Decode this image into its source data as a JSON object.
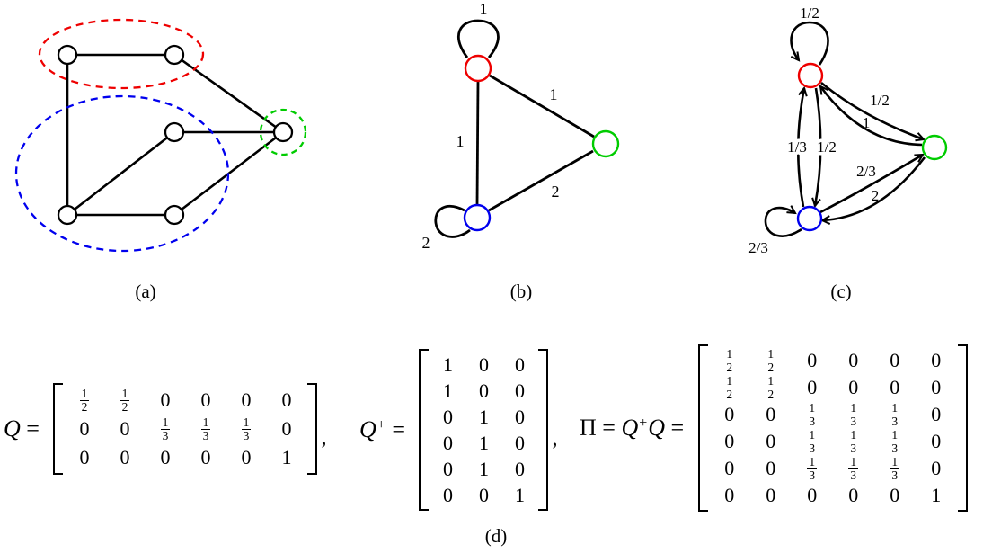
{
  "colors": {
    "red": "#ee0000",
    "blue": "#0000ee",
    "green": "#00cc00",
    "black": "#000000"
  },
  "graphs": {
    "a": {
      "caption": "(a)",
      "description": "original graph with 6 nodes partitioned into three dashed groups",
      "node_count": 6,
      "groups": [
        {
          "color": "red",
          "size": 2
        },
        {
          "color": "blue",
          "size": 3
        },
        {
          "color": "green",
          "size": 1
        }
      ]
    },
    "b": {
      "caption": "(b)",
      "description": "undirected weighted quotient graph",
      "nodes": [
        {
          "id": "red"
        },
        {
          "id": "blue"
        },
        {
          "id": "green"
        }
      ],
      "edges": [
        {
          "from": "red",
          "to": "red",
          "weight": "1"
        },
        {
          "from": "blue",
          "to": "blue",
          "weight": "2"
        },
        {
          "from": "red",
          "to": "blue",
          "weight": "1"
        },
        {
          "from": "red",
          "to": "green",
          "weight": "1"
        },
        {
          "from": "blue",
          "to": "green",
          "weight": "2"
        }
      ]
    },
    "c": {
      "caption": "(c)",
      "description": "directed weighted quotient graph",
      "nodes": [
        {
          "id": "red"
        },
        {
          "id": "blue"
        },
        {
          "id": "green"
        }
      ],
      "edges": [
        {
          "from": "red",
          "to": "red",
          "weight": "1/2"
        },
        {
          "from": "blue",
          "to": "blue",
          "weight": "2/3"
        },
        {
          "from": "blue",
          "to": "red",
          "weight": "1/3"
        },
        {
          "from": "red",
          "to": "blue",
          "weight": "1/2"
        },
        {
          "from": "red",
          "to": "green",
          "weight": "1/2"
        },
        {
          "from": "green",
          "to": "red",
          "weight": "1"
        },
        {
          "from": "blue",
          "to": "green",
          "weight": "2/3"
        },
        {
          "from": "green",
          "to": "blue",
          "weight": "2"
        }
      ]
    },
    "d": {
      "caption": "(d)"
    }
  },
  "equations": [
    {
      "name": "Q",
      "tokens": [
        {
          "text": "Q",
          "kind": "var"
        },
        {
          "text": " = ",
          "kind": "op"
        }
      ],
      "matrix": [
        [
          "1/2",
          "1/2",
          "0",
          "0",
          "0",
          "0"
        ],
        [
          "0",
          "0",
          "1/3",
          "1/3",
          "1/3",
          "0"
        ],
        [
          "0",
          "0",
          "0",
          "0",
          "0",
          "1"
        ]
      ],
      "trailing": ","
    },
    {
      "name": "Q+",
      "tokens": [
        {
          "text": "Q",
          "kind": "var"
        },
        {
          "text": "+",
          "kind": "sup"
        },
        {
          "text": " = ",
          "kind": "op"
        }
      ],
      "matrix": [
        [
          "1",
          "0",
          "0"
        ],
        [
          "1",
          "0",
          "0"
        ],
        [
          "0",
          "1",
          "0"
        ],
        [
          "0",
          "1",
          "0"
        ],
        [
          "0",
          "1",
          "0"
        ],
        [
          "0",
          "0",
          "1"
        ]
      ],
      "trailing": ","
    },
    {
      "name": "Pi = Q+Q",
      "tokens": [
        {
          "text": "Π",
          "kind": "op"
        },
        {
          "text": " = ",
          "kind": "op"
        },
        {
          "text": "Q",
          "kind": "var"
        },
        {
          "text": "+",
          "kind": "sup"
        },
        {
          "text": "Q",
          "kind": "var"
        },
        {
          "text": " = ",
          "kind": "op"
        }
      ],
      "matrix": [
        [
          "1/2",
          "1/2",
          "0",
          "0",
          "0",
          "0"
        ],
        [
          "1/2",
          "1/2",
          "0",
          "0",
          "0",
          "0"
        ],
        [
          "0",
          "0",
          "1/3",
          "1/3",
          "1/3",
          "0"
        ],
        [
          "0",
          "0",
          "1/3",
          "1/3",
          "1/3",
          "0"
        ],
        [
          "0",
          "0",
          "1/3",
          "1/3",
          "1/3",
          "0"
        ],
        [
          "0",
          "0",
          "0",
          "0",
          "0",
          "1"
        ]
      ],
      "trailing": ""
    }
  ]
}
